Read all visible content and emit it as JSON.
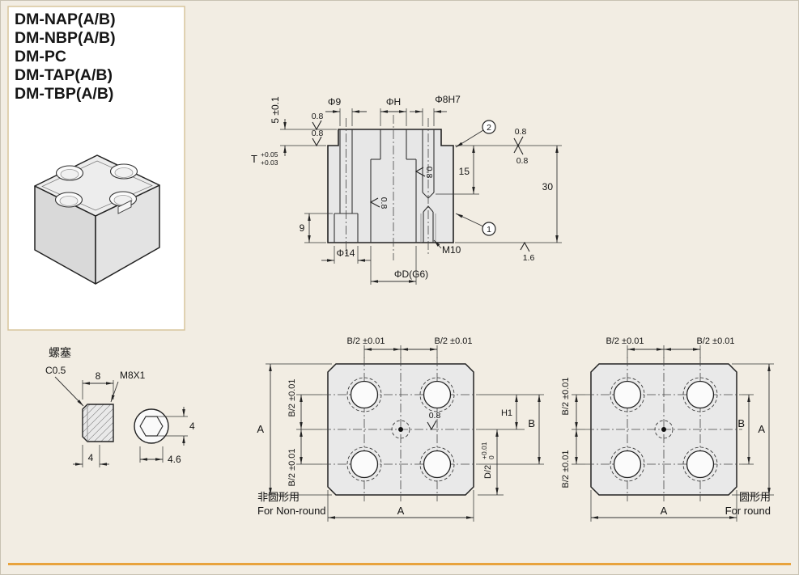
{
  "page": {
    "bg": "#f2ede3",
    "accent": "#e8a33d",
    "box_border": "#d8c59c"
  },
  "part_list": {
    "items": [
      "DM-NAP(A/B)",
      "DM-NBP(A/B)",
      "DM-PC",
      "DM-TAP(A/B)",
      "DM-TBP(A/B)"
    ]
  },
  "common": {
    "r08": "0.8",
    "r16": "1.6",
    "b2tol": "B/2 ±0.01",
    "A": "A",
    "B": "B"
  },
  "section": {
    "dim5": "5 ±0.1",
    "phi9": "Φ9",
    "phiH": "ΦH",
    "phi8h7": "Φ8H7",
    "T": "T",
    "T_up": "+0.05",
    "T_low": "+0.03",
    "d15": "15",
    "d30": "30",
    "d9": "9",
    "phi14": "Φ14",
    "m10": "M10",
    "phiD": "ΦD(G6)",
    "balloon1": "1",
    "balloon2": "2"
  },
  "plug": {
    "title": "螺塞",
    "c05": "C0.5",
    "d8": "8",
    "m8": "M8X1",
    "d4": "4",
    "d46": "4.6"
  },
  "plate_nonround": {
    "H1": "H1",
    "d2": "D/2",
    "d2_up": "+0.01",
    "d2_low": "0",
    "cap_cn": "非圆形用",
    "cap_en": "For Non-round"
  },
  "plate_round": {
    "cap_cn": "圆形用",
    "cap_en": "For round"
  }
}
